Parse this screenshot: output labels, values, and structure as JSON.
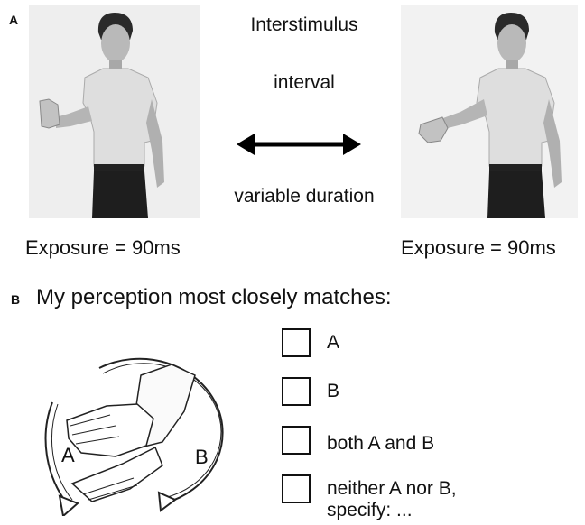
{
  "panel_a": {
    "label": "A",
    "top_line": "Interstimulus",
    "middle_line": "interval",
    "bottom_line": "variable duration",
    "left_exposure": "Exposure = 90ms",
    "right_exposure": "Exposure = 90ms",
    "left_photo_icon": "person-raised-palm-photo",
    "right_photo_icon": "person-lowered-hand-photo",
    "arrow_icon": "double-headed-arrow-icon"
  },
  "panel_b": {
    "label": "B",
    "question": "My perception most closely matches:",
    "hand_labels": {
      "a": "A",
      "b": "B"
    },
    "options": [
      {
        "label": "A"
      },
      {
        "label": "B"
      },
      {
        "label": "both A and B"
      },
      {
        "label_line1": "neither A nor B,",
        "label_line2": "specify: ..."
      }
    ]
  }
}
